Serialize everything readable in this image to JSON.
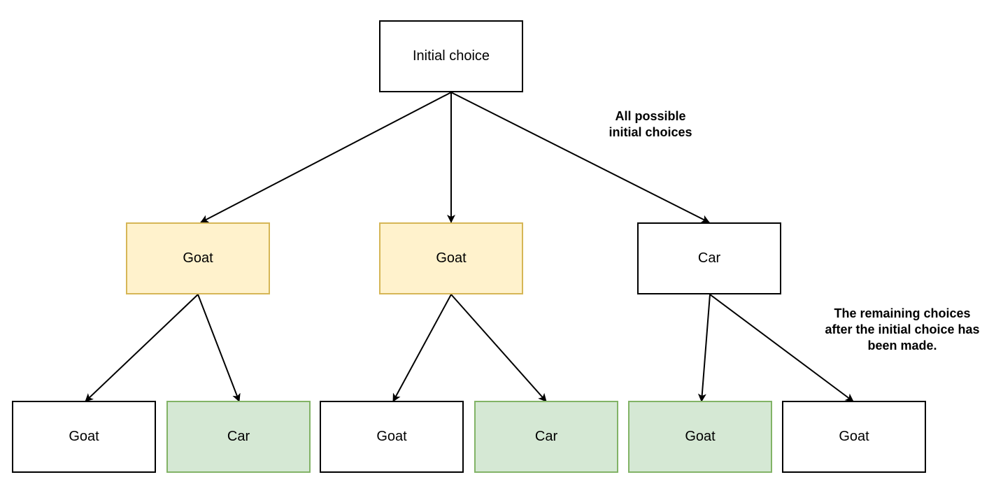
{
  "diagram": {
    "root": {
      "label": "Initial choice"
    },
    "level1": [
      {
        "label": "Goat",
        "style": "goat-yellow"
      },
      {
        "label": "Goat",
        "style": "goat-yellow"
      },
      {
        "label": "Car",
        "style": "plain"
      }
    ],
    "level2": [
      {
        "label": "Goat",
        "style": "plain"
      },
      {
        "label": "Car",
        "style": "car-green"
      },
      {
        "label": "Goat",
        "style": "plain"
      },
      {
        "label": "Car",
        "style": "car-green"
      },
      {
        "label": "Goat",
        "style": "goat-green"
      },
      {
        "label": "Goat",
        "style": "plain"
      }
    ],
    "annotations": {
      "initial_choices": "All possible\ninitial choices",
      "remaining_choices": "The remaining choices\nafter the initial choice has\nbeen made."
    },
    "colors": {
      "yellow_fill": "#fff2cc",
      "yellow_stroke": "#d6b656",
      "green_fill": "#d5e8d4",
      "green_stroke": "#82b366",
      "edge": "#000000"
    }
  }
}
